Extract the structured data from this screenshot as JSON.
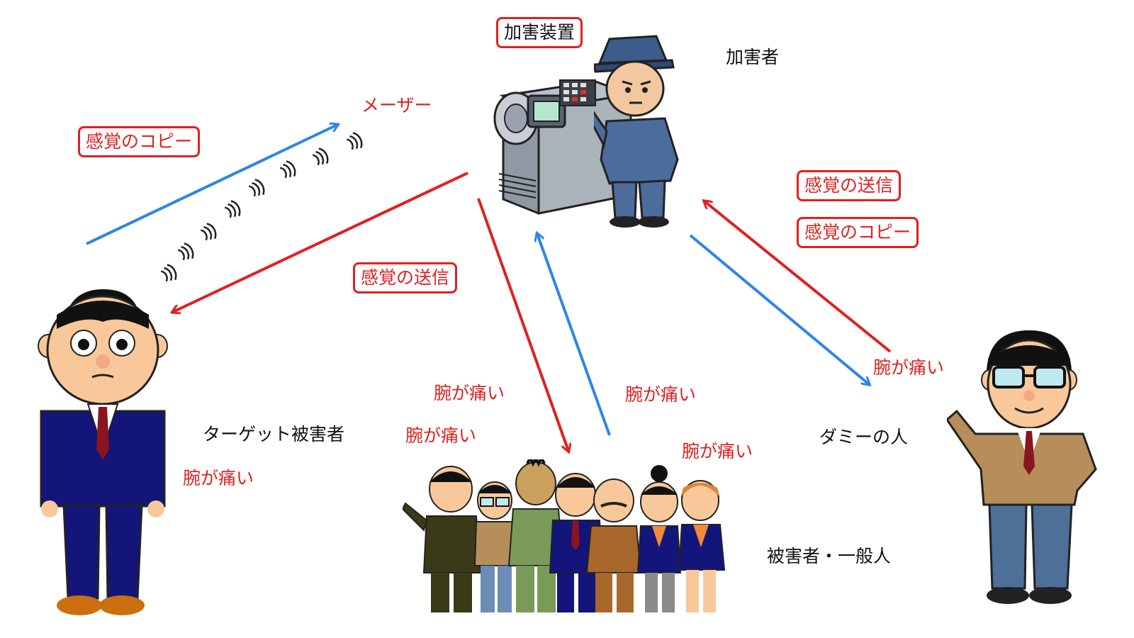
{
  "colors": {
    "red_arrow": "#e02020",
    "blue_arrow": "#2d86e6",
    "label_red": "#e02020",
    "suit_navy": "#13157a",
    "machine_gray": "#9aa3ad"
  },
  "roles": {
    "device": "加害装置",
    "perpetrator": "加害者",
    "target": "ターゲット被害者",
    "dummy": "ダミーの人",
    "crowd": "被害者・一般人"
  },
  "labels": {
    "maser": "メーザー",
    "copy_left": "感覚のコピー",
    "send_center": "感覚の送信",
    "send_right": "感覚の送信",
    "copy_right": "感覚のコピー",
    "pain_target": "腕が痛い",
    "pain_crowd_1": "腕が痛い",
    "pain_crowd_2": "腕が痛い",
    "pain_crowd_3": "腕が痛い",
    "pain_crowd_4": "腕が痛い",
    "pain_dummy": "腕が痛い"
  },
  "icons": {
    "machine": "control-machine-icon",
    "worker": "operator-person-icon",
    "waves": "signal-wave-icon"
  }
}
